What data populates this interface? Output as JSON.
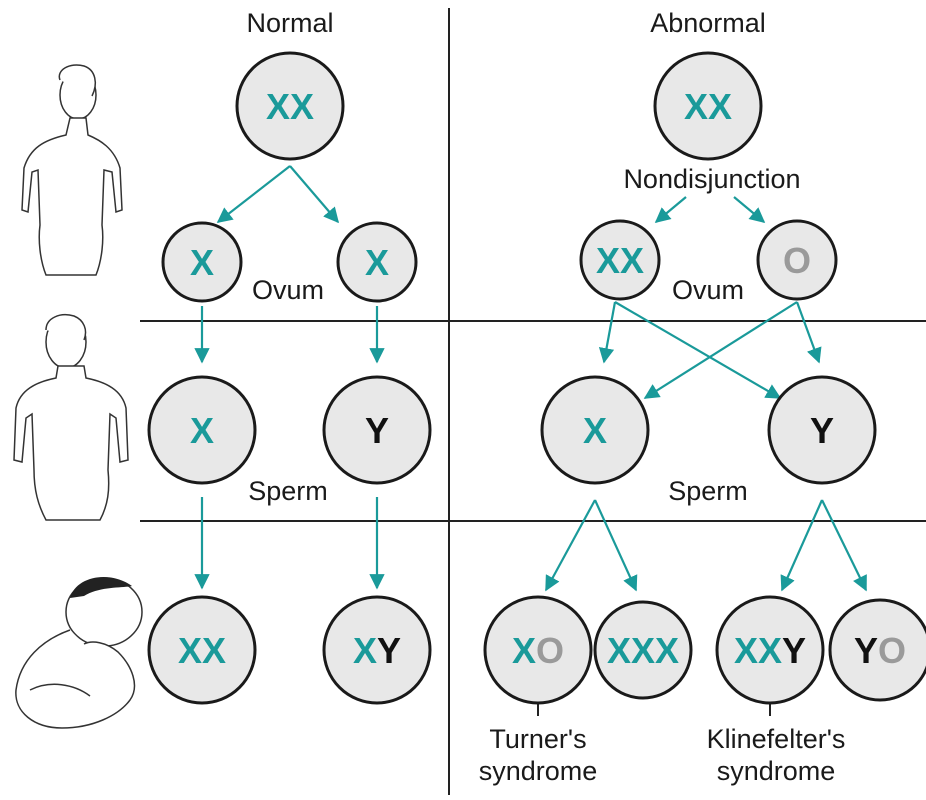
{
  "colors": {
    "x_color": "#1a9a9a",
    "y_color": "#111111",
    "o_color": "#9a9a9a",
    "arrow": "#1a9a9a",
    "cell_fill": "#e8e8e8"
  },
  "headers": {
    "normal": "Normal",
    "abnormal": "Abnormal"
  },
  "labels": {
    "nondisjunction": "Nondisjunction",
    "ovum_left": "Ovum",
    "ovum_right": "Ovum",
    "sperm_left": "Sperm",
    "sperm_right": "Sperm",
    "turner_line1": "Turner's",
    "turner_line2": "syndrome",
    "klinefelter_line1": "Klinefelter's",
    "klinefelter_line2": "syndrome"
  },
  "cells": [
    {
      "id": "normal-parent",
      "parts": [
        [
          "X",
          "x"
        ],
        [
          "X",
          "x"
        ]
      ]
    },
    {
      "id": "normal-ovum-1",
      "parts": [
        [
          "X",
          "x"
        ]
      ]
    },
    {
      "id": "normal-ovum-2",
      "parts": [
        [
          "X",
          "x"
        ]
      ]
    },
    {
      "id": "normal-sperm-x",
      "parts": [
        [
          "X",
          "x"
        ]
      ]
    },
    {
      "id": "normal-sperm-y",
      "parts": [
        [
          "Y",
          "y"
        ]
      ]
    },
    {
      "id": "normal-zygote-xx",
      "parts": [
        [
          "X",
          "x"
        ],
        [
          "X",
          "x"
        ]
      ]
    },
    {
      "id": "normal-zygote-xy",
      "parts": [
        [
          "X",
          "x"
        ],
        [
          "Y",
          "y"
        ]
      ]
    },
    {
      "id": "abnormal-parent",
      "parts": [
        [
          "X",
          "x"
        ],
        [
          "X",
          "x"
        ]
      ]
    },
    {
      "id": "abnormal-ovum-xx",
      "parts": [
        [
          "X",
          "x"
        ],
        [
          "X",
          "x"
        ]
      ]
    },
    {
      "id": "abnormal-ovum-o",
      "parts": [
        [
          "O",
          "o"
        ]
      ]
    },
    {
      "id": "abnormal-sperm-x",
      "parts": [
        [
          "X",
          "x"
        ]
      ]
    },
    {
      "id": "abnormal-sperm-y",
      "parts": [
        [
          "Y",
          "y"
        ]
      ]
    },
    {
      "id": "zygote-xo",
      "parts": [
        [
          "X",
          "x"
        ],
        [
          "O",
          "o"
        ]
      ]
    },
    {
      "id": "zygote-xxx",
      "parts": [
        [
          "X",
          "x"
        ],
        [
          "X",
          "x"
        ],
        [
          "X",
          "x"
        ]
      ]
    },
    {
      "id": "zygote-xxy",
      "parts": [
        [
          "X",
          "x"
        ],
        [
          "X",
          "x"
        ],
        [
          "Y",
          "y"
        ]
      ]
    },
    {
      "id": "zygote-yo",
      "parts": [
        [
          "Y",
          "y"
        ],
        [
          "O",
          "o"
        ]
      ]
    }
  ]
}
